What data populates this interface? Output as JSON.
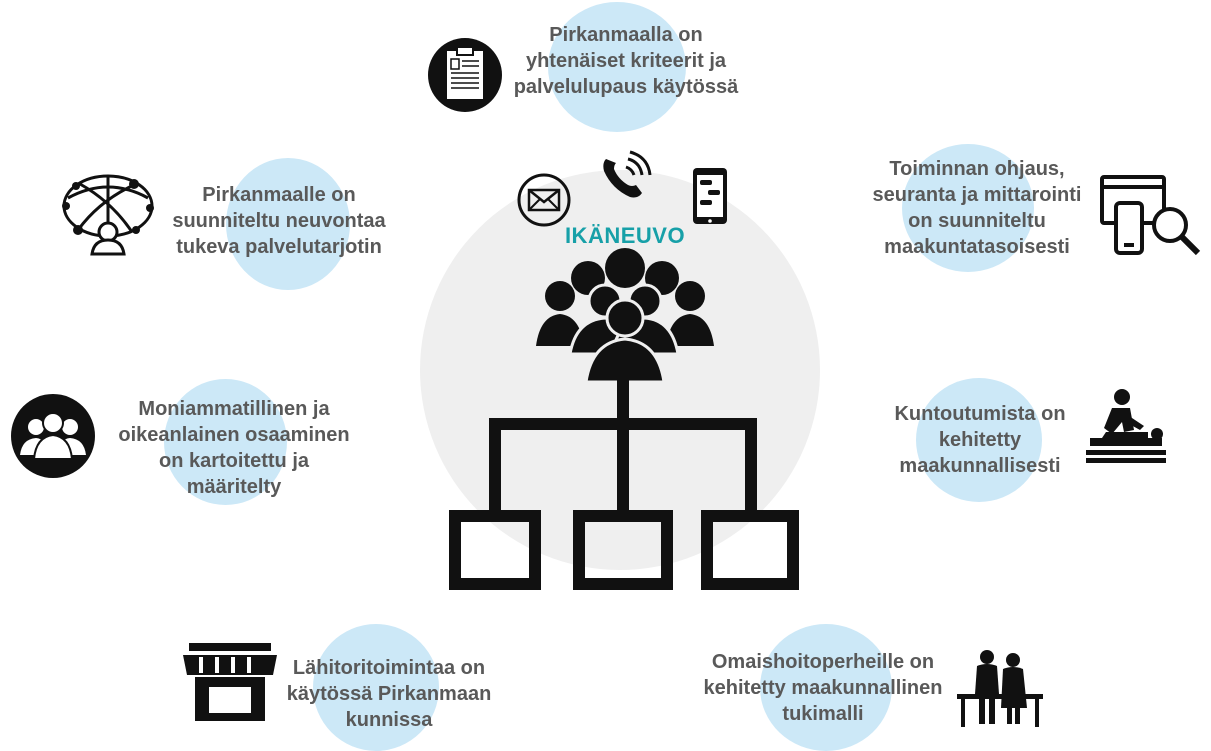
{
  "center": {
    "title": "IKÄNEUVO"
  },
  "items": [
    {
      "text": "Pirkanmaalla on\nyhtenäiset kriteerit ja\npalvelulupaus käytössä",
      "icon": "clipboard-icon"
    },
    {
      "text": "Toiminnan ohjaus,\nseuranta ja mittarointi\non suunniteltu\nmaakuntatasoisesti",
      "icon": "devices-search-icon"
    },
    {
      "text": "Kuntoutumista on\nkehitetty\nmaakunnallisesti",
      "icon": "physiotherapy-icon"
    },
    {
      "text": "Omaishoitoperheille on\nkehitetty maakunnallinen\ntukimalli",
      "icon": "elderly-couple-icon"
    },
    {
      "text": "Lähitoritoimintaa on\nkäytössä Pirkanmaan\nkunnissa",
      "icon": "storefront-icon"
    },
    {
      "text": "Moniammatillinen ja\noikeanlainen osaaminen\non kartoitettu ja\nmääritelty",
      "icon": "group-people-icon"
    },
    {
      "text": "Pirkanmaalle on\nsuunniteltu neuvontaa\ntukeva palvelutarjotin",
      "icon": "network-user-icon"
    }
  ],
  "channel_icons": [
    "mail-icon",
    "phone-icon",
    "smartphone-chat-icon"
  ],
  "colors": {
    "bubble": "#cce8f7",
    "center_circle": "#efefef",
    "title": "#17a0a8",
    "text": "#595959",
    "icon": "#111111"
  }
}
